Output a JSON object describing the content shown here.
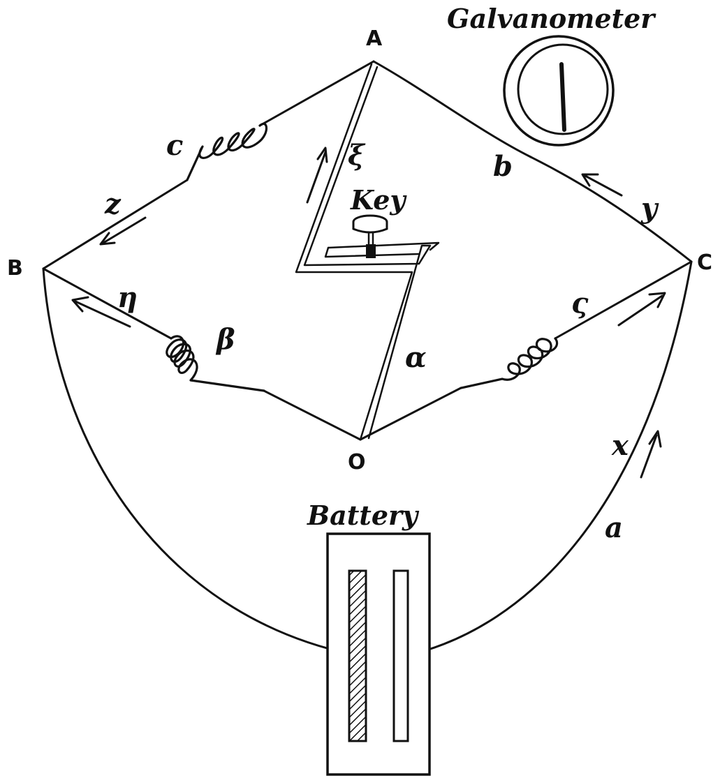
{
  "title_galvanometer": "Galvanometer",
  "title_key": "Key",
  "title_battery": "Battery",
  "nodes": {
    "A": "A",
    "B": "B",
    "C": "C",
    "O": "O"
  },
  "labels": {
    "c": "c",
    "z": "z",
    "b": "b",
    "y": "y",
    "xi": "ξ",
    "eta": "η",
    "beta": "β",
    "gamma": "ς",
    "alpha": "α",
    "x": "x",
    "a": "a"
  }
}
